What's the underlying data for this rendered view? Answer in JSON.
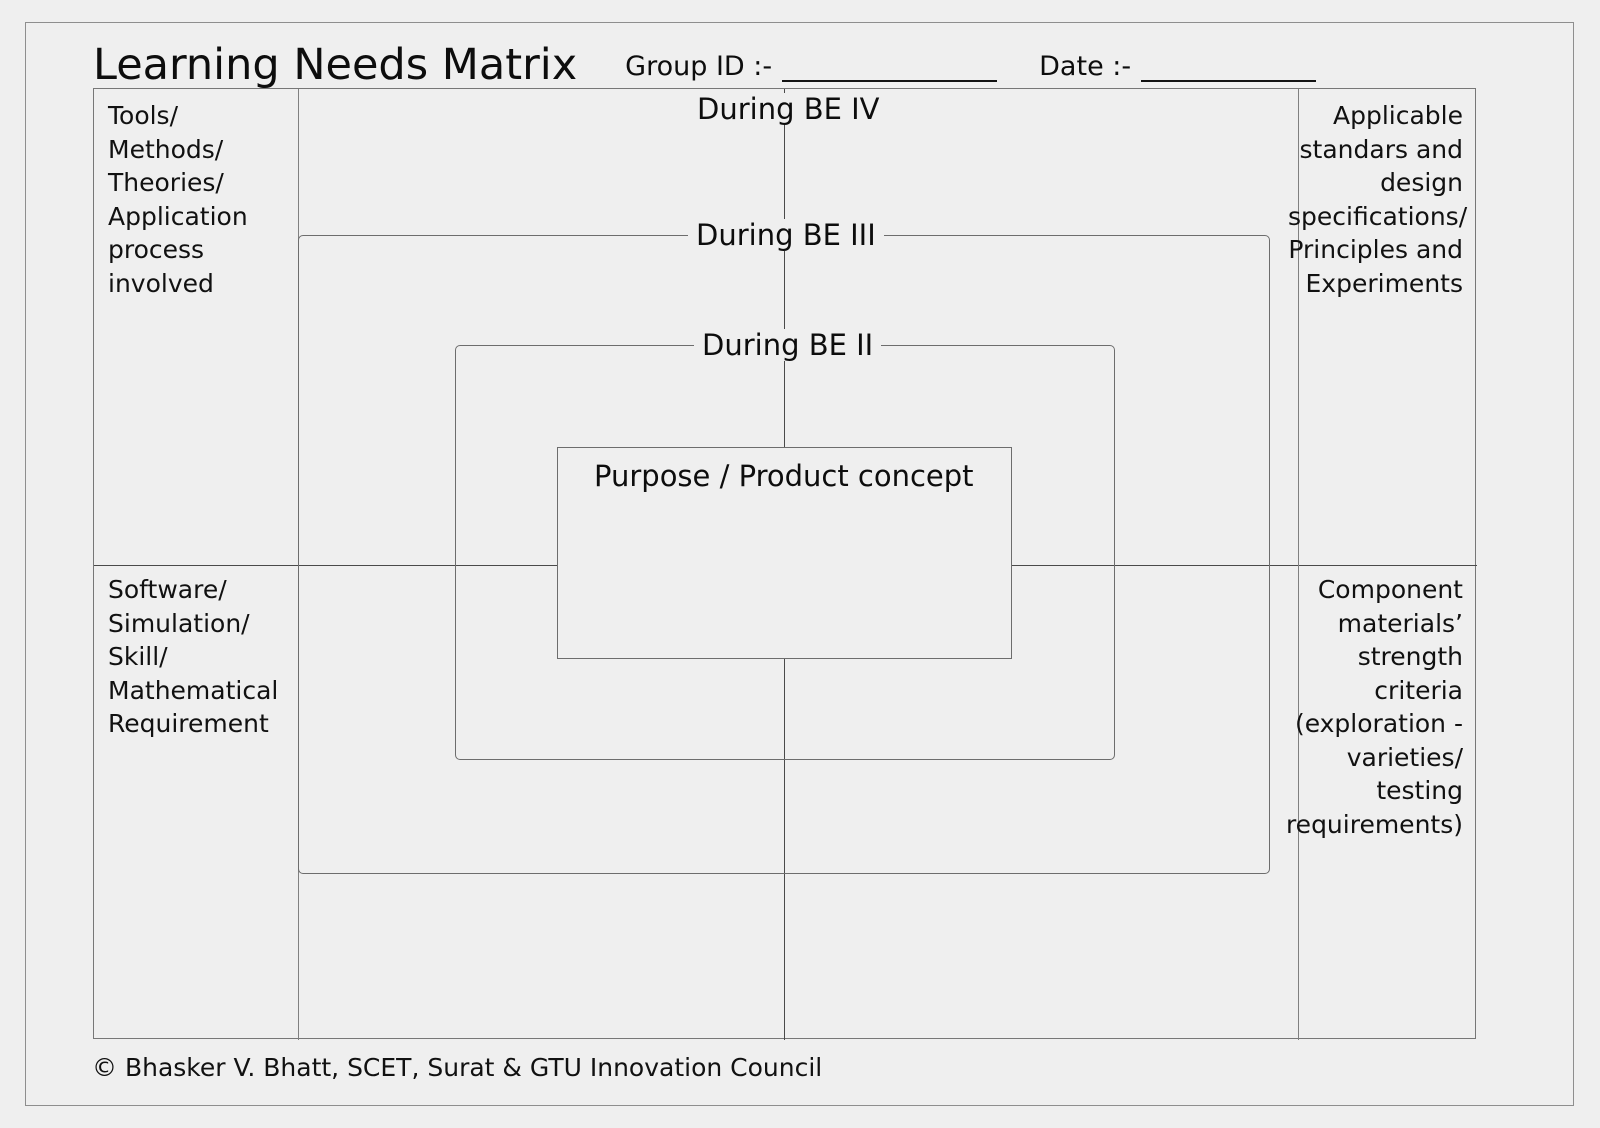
{
  "header": {
    "title": "Learning Needs Matrix",
    "group_id_label": "Group ID :-",
    "group_id_value": "",
    "date_label": "Date :-",
    "date_value": ""
  },
  "matrix": {
    "quadrants": {
      "top_left": "Tools/\nMethods/\nTheories/\nApplication\nprocess\ninvolved",
      "top_right": "Applicable\nstandars and\ndesign\nspecifications/\nPrinciples and\nExperiments",
      "bottom_left": "Software/\nSimulation/\nSkill/\nMathematical\nRequirement",
      "bottom_right": "Component\nmaterials’\nstrength\ncriteria\n(exploration -\nvarieties/\ntesting\nrequirements)"
    },
    "stages": [
      {
        "id": "be4",
        "label": "During BE IV"
      },
      {
        "id": "be3",
        "label": "During BE III"
      },
      {
        "id": "be2",
        "label": "During BE II"
      },
      {
        "id": "core",
        "label": "Purpose / Product concept"
      }
    ]
  },
  "footer": {
    "credit": "© Bhasker V. Bhatt, SCET, Surat & GTU Innovation Council"
  },
  "colors": {
    "background": "#efefef",
    "frame_border": "#8e8e8e",
    "matrix_border": "#777777",
    "cross_line": "#4a4a4a",
    "nested_border": "#6d6d6d",
    "text": "#111111"
  }
}
